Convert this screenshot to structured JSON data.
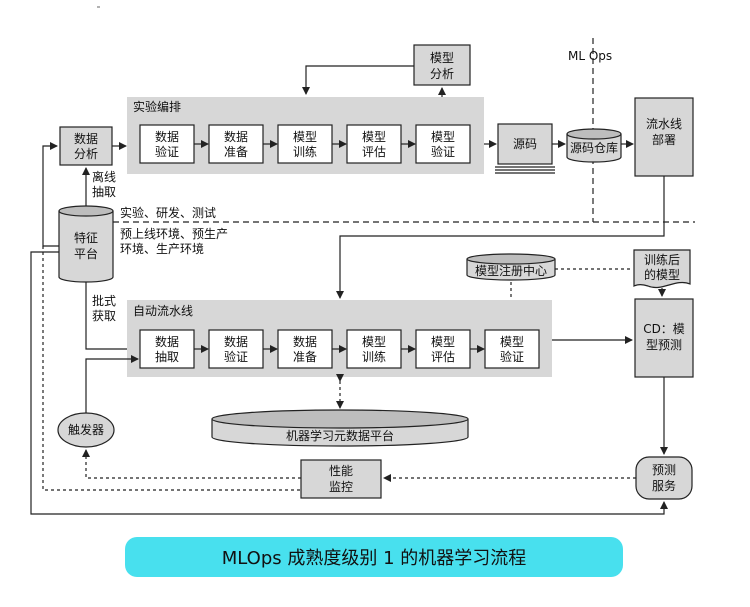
{
  "labels": {
    "mlops": "ML  Ops",
    "model_analysis": [
      "模型",
      "分析"
    ],
    "data_analysis": [
      "数据",
      "分析"
    ],
    "exp_title": "实验编排",
    "exp_steps": [
      [
        "数据",
        "验证"
      ],
      [
        "数据",
        "准备"
      ],
      [
        "模型",
        "训练"
      ],
      [
        "模型",
        "评估"
      ],
      [
        "模型",
        "验证"
      ]
    ],
    "source_code": "源码",
    "code_repo": "源码仓库",
    "pipeline_deploy": [
      "流水线",
      "部署"
    ],
    "offline_extract": [
      "离线",
      "抽取"
    ],
    "feature_platform": [
      "特征",
      "平台"
    ],
    "env_exp": "实验、研发、测试",
    "env_prod": [
      "预上线环境、预生产",
      "环境、生产环境"
    ],
    "model_registry": "模型注册中心",
    "trained_model": [
      "训练后",
      "的模型"
    ],
    "batch_fetch": [
      "批式",
      "获取"
    ],
    "auto_title": "自动流水线",
    "auto_steps": [
      [
        "数据",
        "抽取"
      ],
      [
        "数据",
        "验证"
      ],
      [
        "数据",
        "准备"
      ],
      [
        "模型",
        "训练"
      ],
      [
        "模型",
        "评估"
      ],
      [
        "模型",
        "验证"
      ]
    ],
    "cd": [
      "CD：模",
      "型预测"
    ],
    "trigger": "触发器",
    "metadata": "机器学习元数据平台",
    "perf_monitor": [
      "性能",
      "监控"
    ],
    "prediction_service": [
      "预测",
      "服务"
    ]
  },
  "caption": "MLOps 成熟度级别 1 的机器学习流程"
}
